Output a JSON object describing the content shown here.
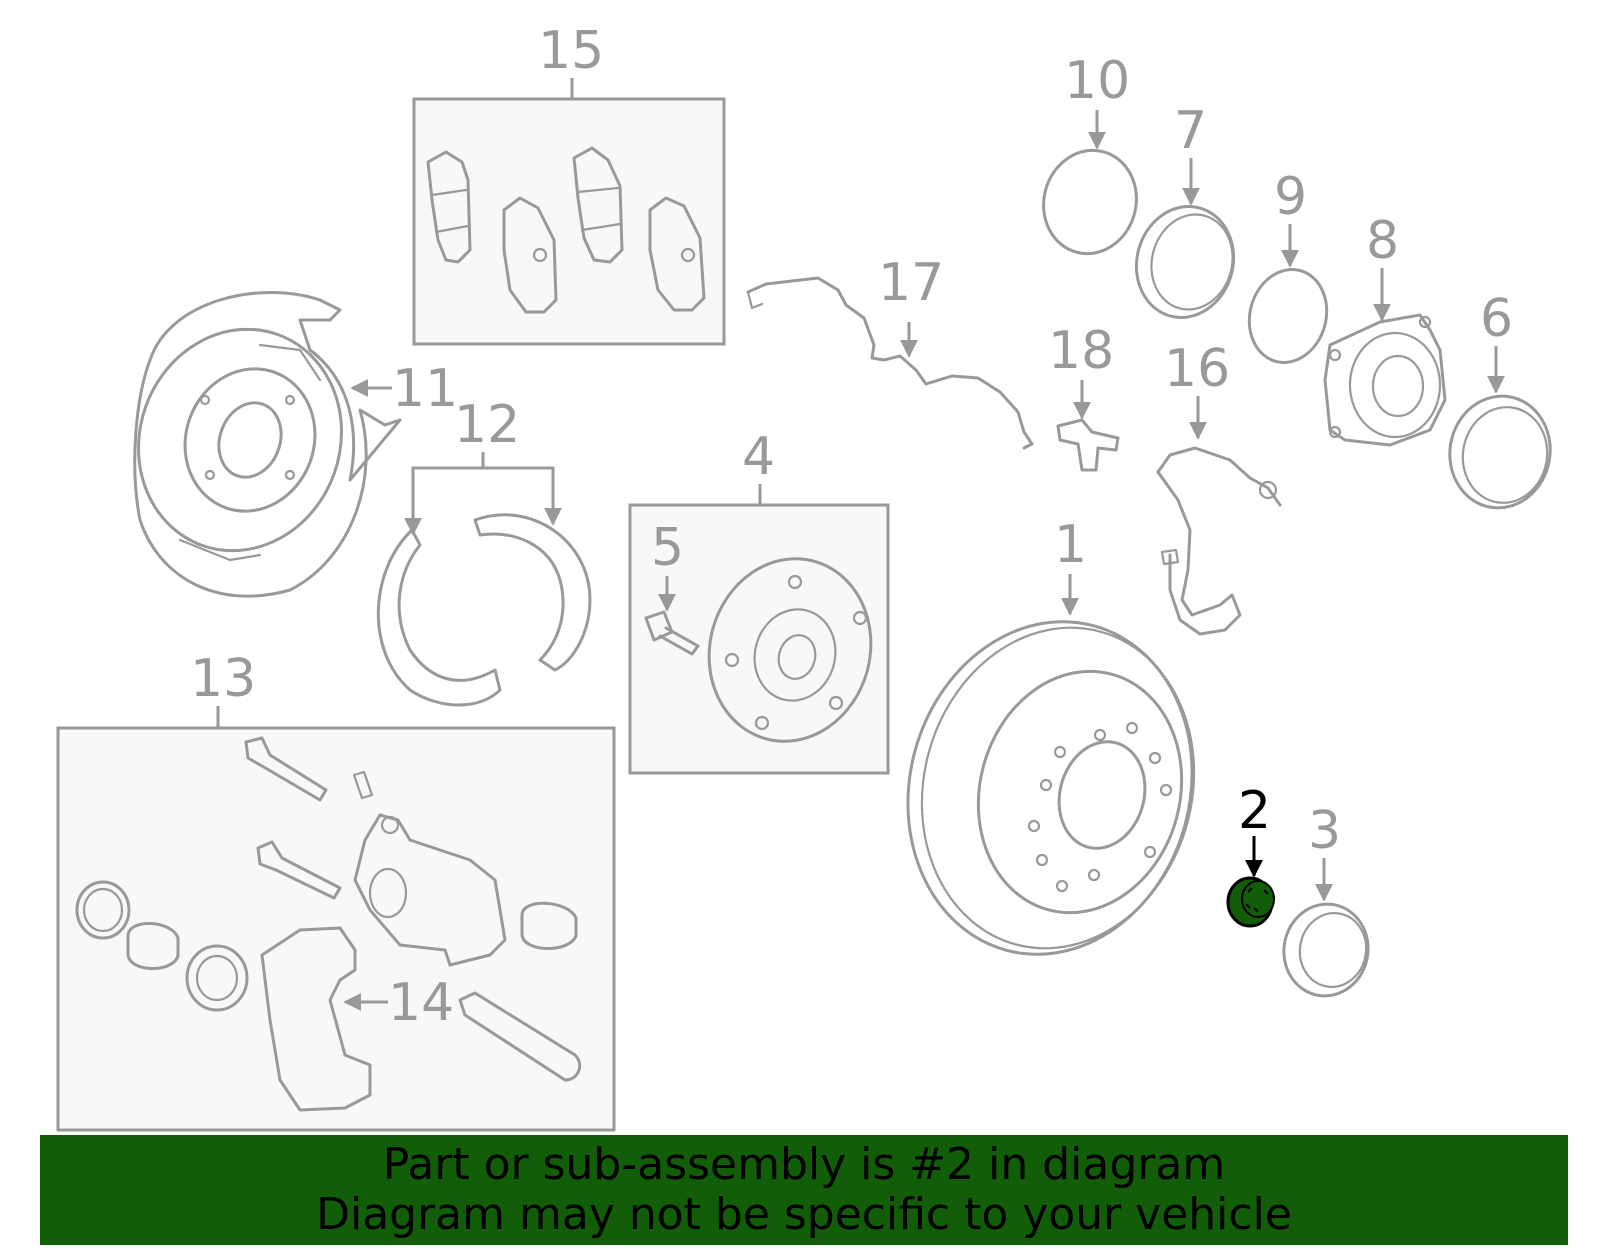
{
  "diagram": {
    "callouts": [
      "1",
      "2",
      "3",
      "4",
      "5",
      "6",
      "7",
      "8",
      "9",
      "10",
      "11",
      "12",
      "13",
      "14",
      "15",
      "16",
      "17",
      "18"
    ],
    "highlighted_part": "2",
    "highlight_color": "#125e08"
  },
  "banner": {
    "line1": "Part or sub-assembly is #2 in diagram",
    "line2": "Diagram may not be specific to your vehicle",
    "background": "#125e08"
  }
}
